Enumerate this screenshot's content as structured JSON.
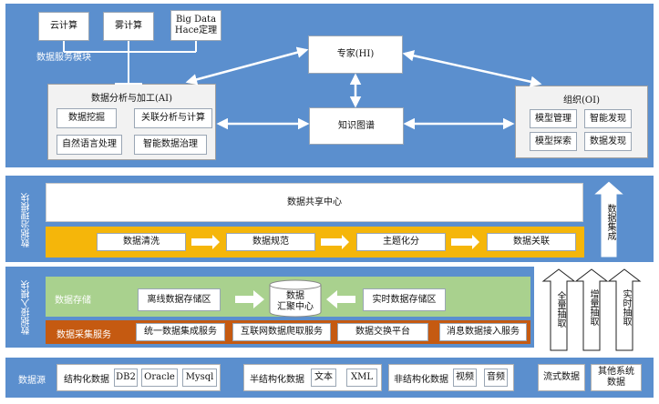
{
  "service": {
    "label": "数据服务模块",
    "top_boxes": [
      "云计算",
      "雾计算",
      "Big Data\nHace定理"
    ],
    "analysis": {
      "title": "数据分析与加工(AI)",
      "items": [
        "数据挖掘",
        "关联分析与计算",
        "自然语言处理",
        "智能数据治理"
      ]
    },
    "expert": "专家(HI)",
    "knowledge": "知识图谱",
    "org": {
      "title": "组织(OI)",
      "items": [
        "模型管理",
        "智能发现",
        "模型探索",
        "数据发现"
      ]
    }
  },
  "governance": {
    "label": "数据治理模块",
    "share_center": "数据共享中心",
    "steps": [
      "数据清洗",
      "数据规范",
      "主题化分",
      "数据关联"
    ],
    "integration": "数据集成"
  },
  "access": {
    "label": "数据接入模块",
    "storage_label": "数据存储",
    "offline": "离线数据存储区",
    "hub": "数据\n汇聚中心",
    "realtime": "实时数据存储区",
    "collect_label": "数据采集服务",
    "collect_items": [
      "统一数据集成服务",
      "互联网数据爬取服务",
      "数据交换平台",
      "消息数据接入服务"
    ],
    "extract": [
      "全量抽取",
      "增量抽取",
      "实时抽取"
    ]
  },
  "source": {
    "label": "数据源",
    "structured": {
      "title": "结构化数据",
      "items": [
        "DB2",
        "Oracle",
        "Mysql"
      ]
    },
    "semi": {
      "title": "半结构化数据",
      "items": [
        "文本",
        "XML"
      ]
    },
    "unstructured": {
      "title": "非结构化数据",
      "items": [
        "视频",
        "音频"
      ]
    },
    "stream": "流式数据",
    "other": "其他系统\n数据"
  },
  "colors": {
    "panel": "#5b8fce",
    "yellow": "#f5b60a",
    "green": "#a9d18e",
    "orange": "#c55a11"
  }
}
